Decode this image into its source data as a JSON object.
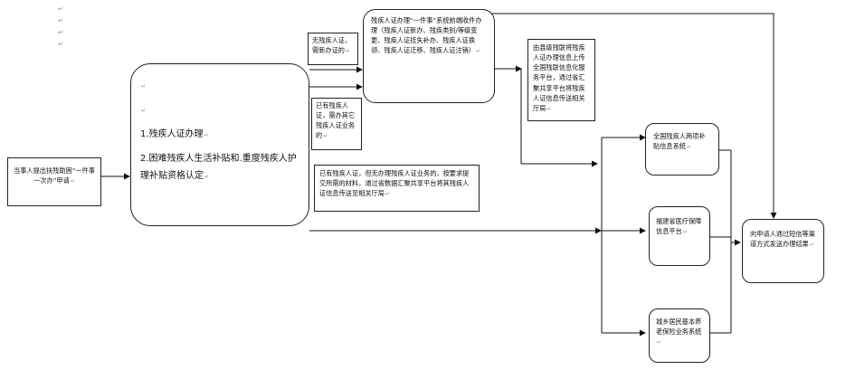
{
  "nodes": {
    "applicant": "当事人提出扶残助困“一件事一次办”申请",
    "items": {
      "blank1": "",
      "blank2": "",
      "item1": "1.残疾人证办理",
      "item2": "2.困难残疾人生活补贴和.重度残疾人护理补贴资格认定"
    },
    "card_office": "残疾人证办理“一件事”系统前端收件办理（残疾人证新办、残疾类别/等级变更、残疾人证挂失补办、残疾人证换领、残疾人证迁移、残疾人证注销）",
    "county_upload": "由县级残联将残疾人证办理信息上传全国残联信息化服务平台，通过省汇聚共享平台将残疾人证信息传送相关厅局",
    "national_subsidy": "全国残疾人两项补贴信息系统",
    "fujian_medical": "福建省医疗保障信息平台",
    "pension": "城乡居民基本养老保险业务系统",
    "notify": "向申请人通过短信等渠道方式发送办理结果"
  },
  "labels": {
    "no_card": "无残疾人证，需新办证的",
    "has_card_other": "已有残疾人证，需办其它残疾人证业务的",
    "has_card_none": "已有残疾人证，但无办理残疾人证业务的，按要求提交所需的材料，通过省数据汇聚共享平台将其残疾人证信息传送至相关厅局"
  },
  "marks": {
    "paragraph": "↵"
  }
}
